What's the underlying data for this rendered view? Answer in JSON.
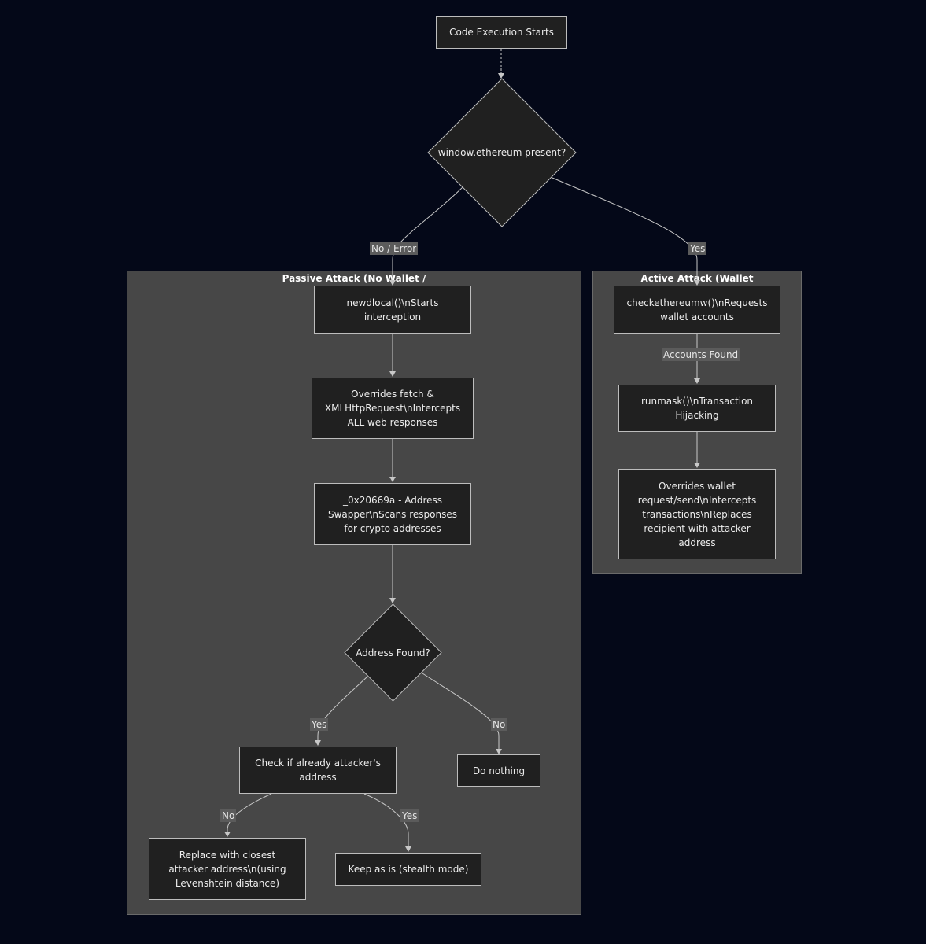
{
  "colors": {
    "background": "#040818",
    "cluster": "#474747",
    "node_fill": "#202020",
    "node_border": "#bdbdbd",
    "edge": "#c8c8c8",
    "edge_label_bg": "#5b5b5b"
  },
  "clusters": {
    "passive": {
      "title": "Passive Attack (No Wallet /"
    },
    "active": {
      "title": "Active Attack (Wallet"
    }
  },
  "nodes": {
    "start": "Code Execution Starts",
    "decision_ethereum": "window.ethereum present?",
    "newdlocal": "newdlocal()\\nStarts\ninterception",
    "overrides_fetch": "Overrides fetch &\nXMLHttpRequest\\nIntercepts\nALL web responses",
    "address_swapper": "_0x20669a - Address\nSwapper\\nScans responses\nfor crypto addresses",
    "decision_address": "Address Found?",
    "check_attacker": "Check if already attacker's\naddress",
    "do_nothing": "Do nothing",
    "replace_closest": "Replace with closest\nattacker address\\n(using\nLevenshtein distance)",
    "keep_as_is": "Keep as is (stealth mode)",
    "checkethereumw": "checkethereumw()\\nRequests\nwallet accounts",
    "runmask": "runmask()\\nTransaction\nHijacking",
    "overrides_wallet": "Overrides wallet\nrequest/send\\nIntercepts\ntransactions\\nReplaces\nrecipient with attacker\naddress"
  },
  "edge_labels": {
    "no_error": "No / Error",
    "yes_wallet": "Yes",
    "accounts_found": "Accounts Found",
    "yes_found": "Yes",
    "no_found": "No",
    "no_attacker": "No",
    "yes_attacker": "Yes"
  }
}
